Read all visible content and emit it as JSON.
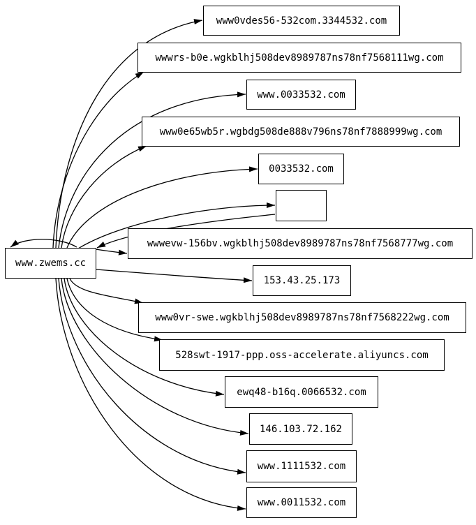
{
  "diagram": {
    "type": "graph",
    "central_node": {
      "label": "www.zwems.cc"
    },
    "nodes": [
      {
        "label": "www0vdes56-532com.3344532.com"
      },
      {
        "label": "wwwrs-b0e.wgkblhj508dev8989787ns78nf7568111wg.com"
      },
      {
        "label": "www.0033532.com"
      },
      {
        "label": "www0e65wb5r.wgbdg508de888v796ns78nf7888999wg.com"
      },
      {
        "label": "0033532.com"
      },
      {
        "label": ""
      },
      {
        "label": "wwwevw-156bv.wgkblhj508dev8989787ns78nf7568777wg.com"
      },
      {
        "label": "153.43.25.173"
      },
      {
        "label": "www0vr-swe.wgkblhj508dev8989787ns78nf7568222wg.com"
      },
      {
        "label": "528swt-1917-ppp.oss-accelerate.aliyuncs.com"
      },
      {
        "label": "ewq48-b16q.0066532.com"
      },
      {
        "label": "146.103.72.162"
      },
      {
        "label": "www.1111532.com"
      },
      {
        "label": "www.0011532.com"
      }
    ],
    "colors": {
      "background": "#ffffff",
      "node_border": "#000000",
      "edge": "#000000",
      "text": "#000000"
    }
  }
}
